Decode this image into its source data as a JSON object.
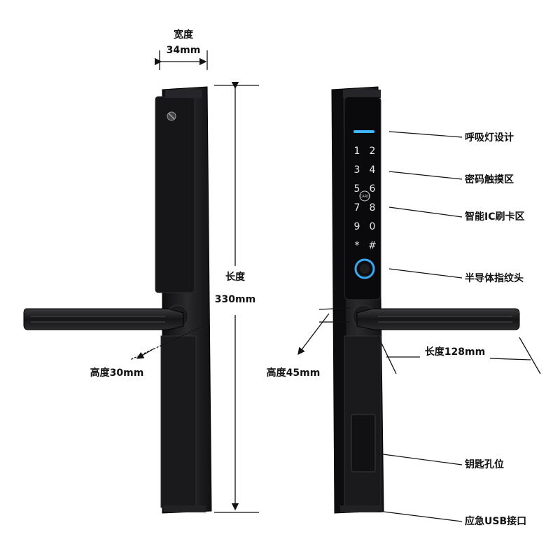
{
  "dimensions": {
    "width_label": "宽度",
    "width_value": "34mm",
    "length_label": "长度",
    "length_value": "330mm",
    "height_left": "高度30mm",
    "height_right": "高度45mm",
    "handle_length": "长度128mm"
  },
  "callouts": {
    "breathing_light": "呼吸灯设计",
    "password_touch": "密码触摸区",
    "ic_card": "智能IC刷卡区",
    "fingerprint": "半导体指纹头",
    "key_hole": "钥匙孔位",
    "usb": "应急USB接口"
  },
  "keypad": {
    "keys": [
      "1",
      "2",
      "3",
      "4",
      "5",
      "6",
      "7",
      "8",
      "9",
      "0",
      "*",
      "#"
    ],
    "card_label": "CARD"
  },
  "colors": {
    "body": "#1c1c1e",
    "body_edge": "#3a3a3c",
    "accent_light": "#3fb7ff",
    "fingerprint_ring": "#38a8f0",
    "line": "#111111"
  }
}
